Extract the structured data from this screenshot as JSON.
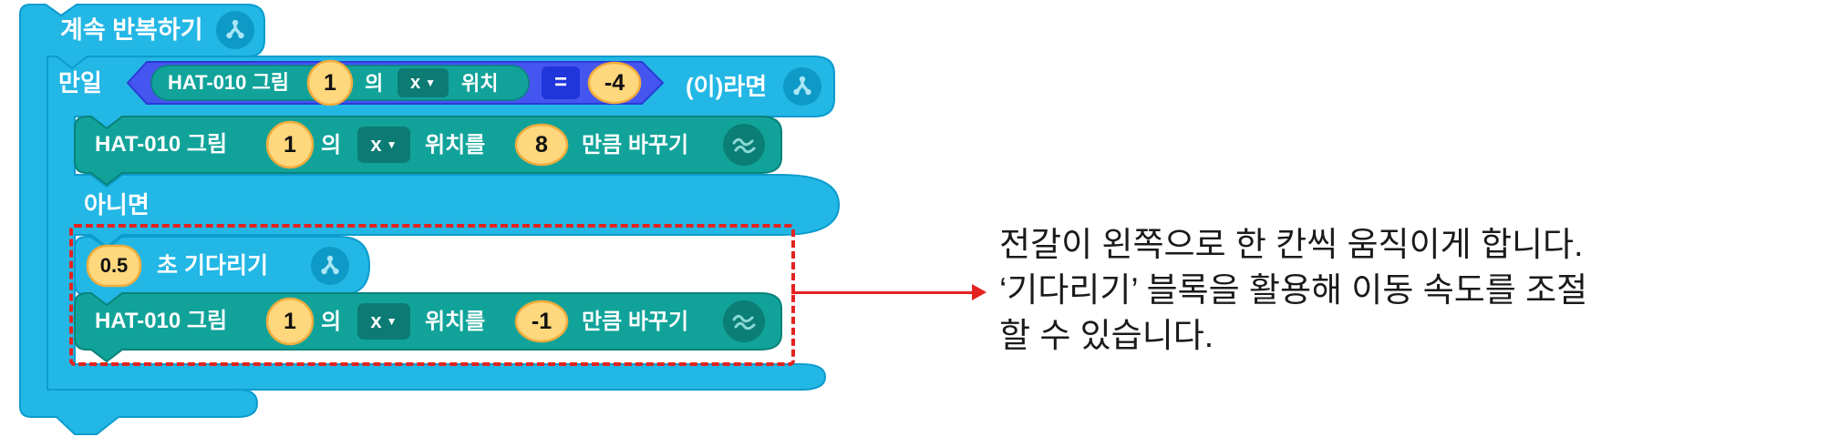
{
  "colors": {
    "cyan": "#23B7E5",
    "cyan-border": "#0C9CCE",
    "cyan-icon": "#0E9AC6",
    "cyan-icon-glyph": "#A9E6F6",
    "teal": "#11A39A",
    "teal-border": "#0A837B",
    "teal-dark": "#0C7B74",
    "teal-icon": "#0B7E76",
    "teal-icon-glyph": "#8BD9D3",
    "blue": "#4456EF",
    "blue-border": "#2B3AD8",
    "blue-dark": "#2135DC",
    "yellow": "#FFD77D",
    "yellow-border": "#F2AC3C",
    "red": "#E32320",
    "ink": "#1A1A1A"
  },
  "script": {
    "repeat_label": "계속 반복하기",
    "if_label": "만일",
    "then_label": "(이)라면",
    "else_label": "아니면",
    "condition": {
      "object": "HAT-010 그림",
      "index": "1",
      "of": "의",
      "axis": "x",
      "property": "위치",
      "operator": "=",
      "value": "-4"
    },
    "move_right": {
      "object": "HAT-010 그림",
      "index": "1",
      "of": "의",
      "axis": "x",
      "property": "위치를",
      "amount": "8",
      "action": "만큼 바꾸기"
    },
    "wait": {
      "seconds": "0.5",
      "label": "초 기다리기"
    },
    "move_left": {
      "object": "HAT-010 그림",
      "index": "1",
      "of": "의",
      "axis": "x",
      "property": "위치를",
      "amount": "-1",
      "action": "만큼 바꾸기"
    }
  },
  "annotation": {
    "line1": "전갈이 왼쪽으로 한 칸씩 움직이게 합니다.",
    "line2": "‘기다리기’ 블록을 활용해 이동 속도를 조절",
    "line3": "할 수 있습니다."
  }
}
